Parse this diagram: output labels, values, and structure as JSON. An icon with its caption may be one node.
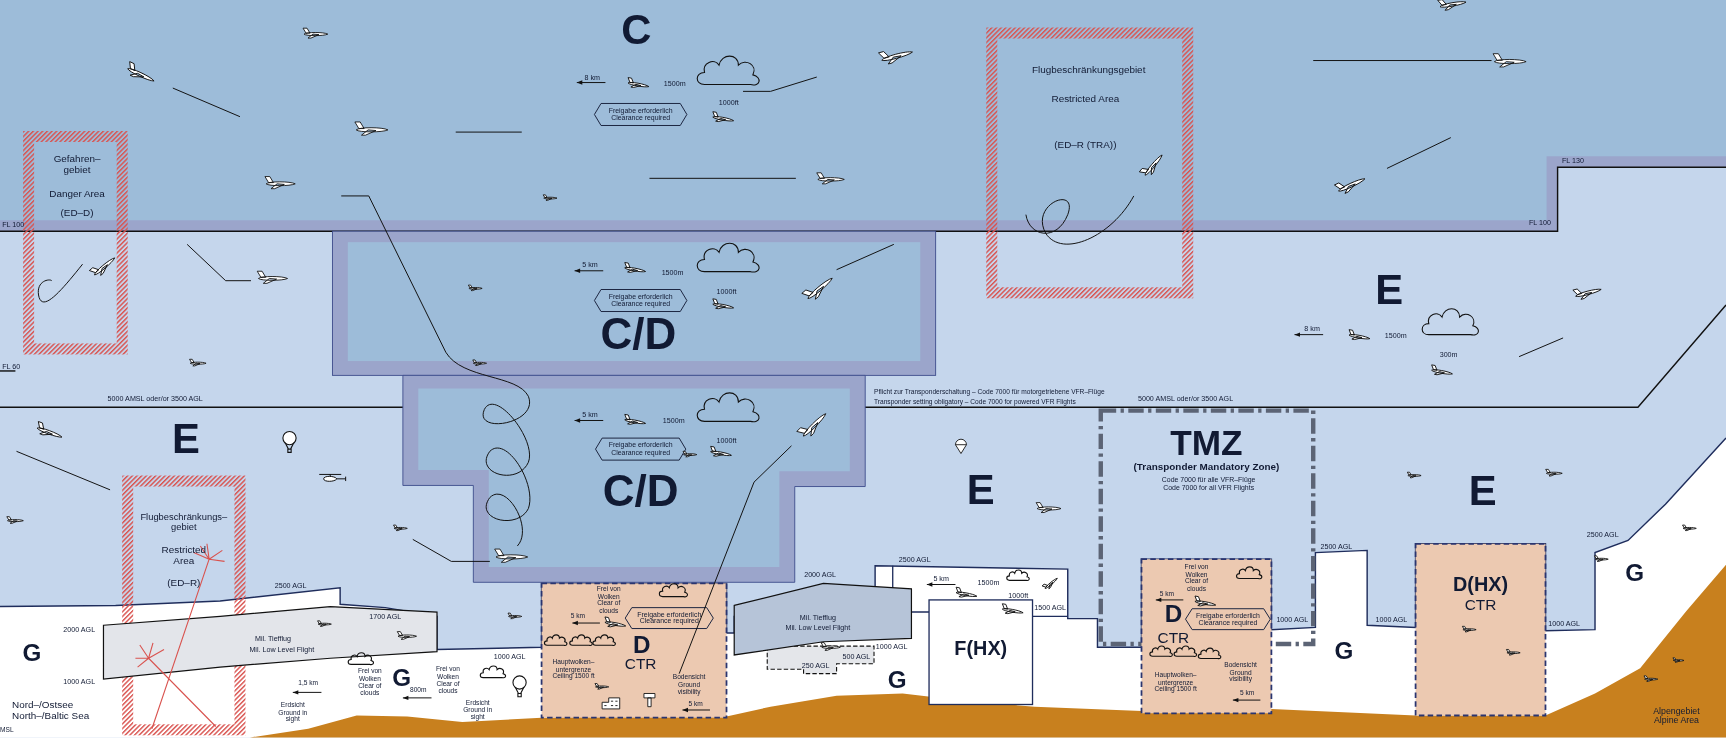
{
  "diagram": {
    "nodes": [
      {
        "text": [
          "Gefahren–gebiet",
          "Danger Area",
          "(ED–D)"
        ]
      },
      {
        "text": [
          "Flugbeschränkungsgebiet",
          "Restricted Area",
          "(ED–R (TRA))"
        ]
      },
      {
        "text": [
          "Freigabe erforderlich Clearance required"
        ]
      },
      {
        "text": [
          "C/D"
        ]
      },
      {
        "text": [
          "Freigabe erforderlich Clearance required"
        ],
        "in": 3
      },
      {
        "text": [
          "C/D"
        ]
      },
      {
        "text": [
          "Freigabe erforderlich Clearance required"
        ],
        "in": 5
      },
      {
        "text": [
          "Flugbeschränkungs–gebiet",
          "Restricted Area",
          "(ED–R)"
        ]
      },
      {
        "text": [
          "D",
          "CTR",
          "Frei von Wolken Clear of clouds",
          "5 km",
          "Hauptwolken–untergrenze Ceiling 1500 ft",
          "Bodensicht Ground visibility",
          "5 km"
        ]
      },
      {
        "text": [
          "Freigabe erforderlich Clearance required"
        ],
        "in": 8
      },
      {
        "text": [
          "TMZ",
          "(Transponder Mandatory Zone)",
          "Code 7000 für alle VFR–Flüge",
          "Code 7000 for all VFR Flights"
        ]
      },
      {
        "text": [
          "D",
          "CTR",
          "Frei von Wolken Clear of clouds",
          "5 km",
          "Hauptwolken–untergrenze Ceiling 1500 ft",
          "Bodensicht Ground visibility",
          "5 km"
        ]
      },
      {
        "text": [
          "Freigabe erforderlich Clearance required"
        ]
      },
      {
        "text": [
          "D(HX)",
          "CTR"
        ]
      },
      {
        "text": [
          "F(HX)"
        ]
      },
      {
        "text": [
          "Mil. Tiefflug",
          "Mil. Low Level Flight"
        ]
      },
      {
        "text": [
          "Mil. Tiefflug",
          "Mil. Low Level Flight"
        ]
      }
    ],
    "labels": [
      "C",
      "8 km",
      "1500m",
      "1000ft",
      "FL 130",
      "FL 100",
      "FL 100",
      "5 km",
      "1500m",
      "1000ft",
      "E",
      "8 km",
      "1500m",
      "300m",
      "FL 60",
      "5000 AMSL oder/or 3500 AGL",
      "Pflicht zur Transponderschaltung – Code 7000 für motorgetriebene VFR–Flüge",
      "Transponder setting obligatory – Code 7000 for powered VFR Flights",
      "5000 AMSL oder/or 3500 AGL",
      "5 km",
      "1500m",
      "1000ft",
      "E",
      "E",
      "E",
      "2500 AGL",
      "1700 AGL",
      "2000 AGL",
      "G",
      "1000 AGL",
      "1000 AGL",
      "Frei von Wolken Clear of clouds",
      "1,5 km",
      "Erdsicht Ground in sight",
      "G",
      "Frei von Wolken Clear of clouds",
      "800m",
      "Erdsicht Ground in sight",
      "Nord–/Ostsee North–/Baltic Sea",
      "MSL",
      "2000 AGL",
      "250 AGL",
      "500 AGL",
      "1000 AGL",
      "G",
      "2500 AGL",
      "5 km",
      "1500m",
      "1000ft",
      "1500 AGL",
      "2500 AGL",
      "1000 AGL",
      "G",
      "1000 AGL",
      "1000 AGL",
      "2500 AGL",
      "G",
      "Alpengebiet Alpine Area"
    ]
  }
}
